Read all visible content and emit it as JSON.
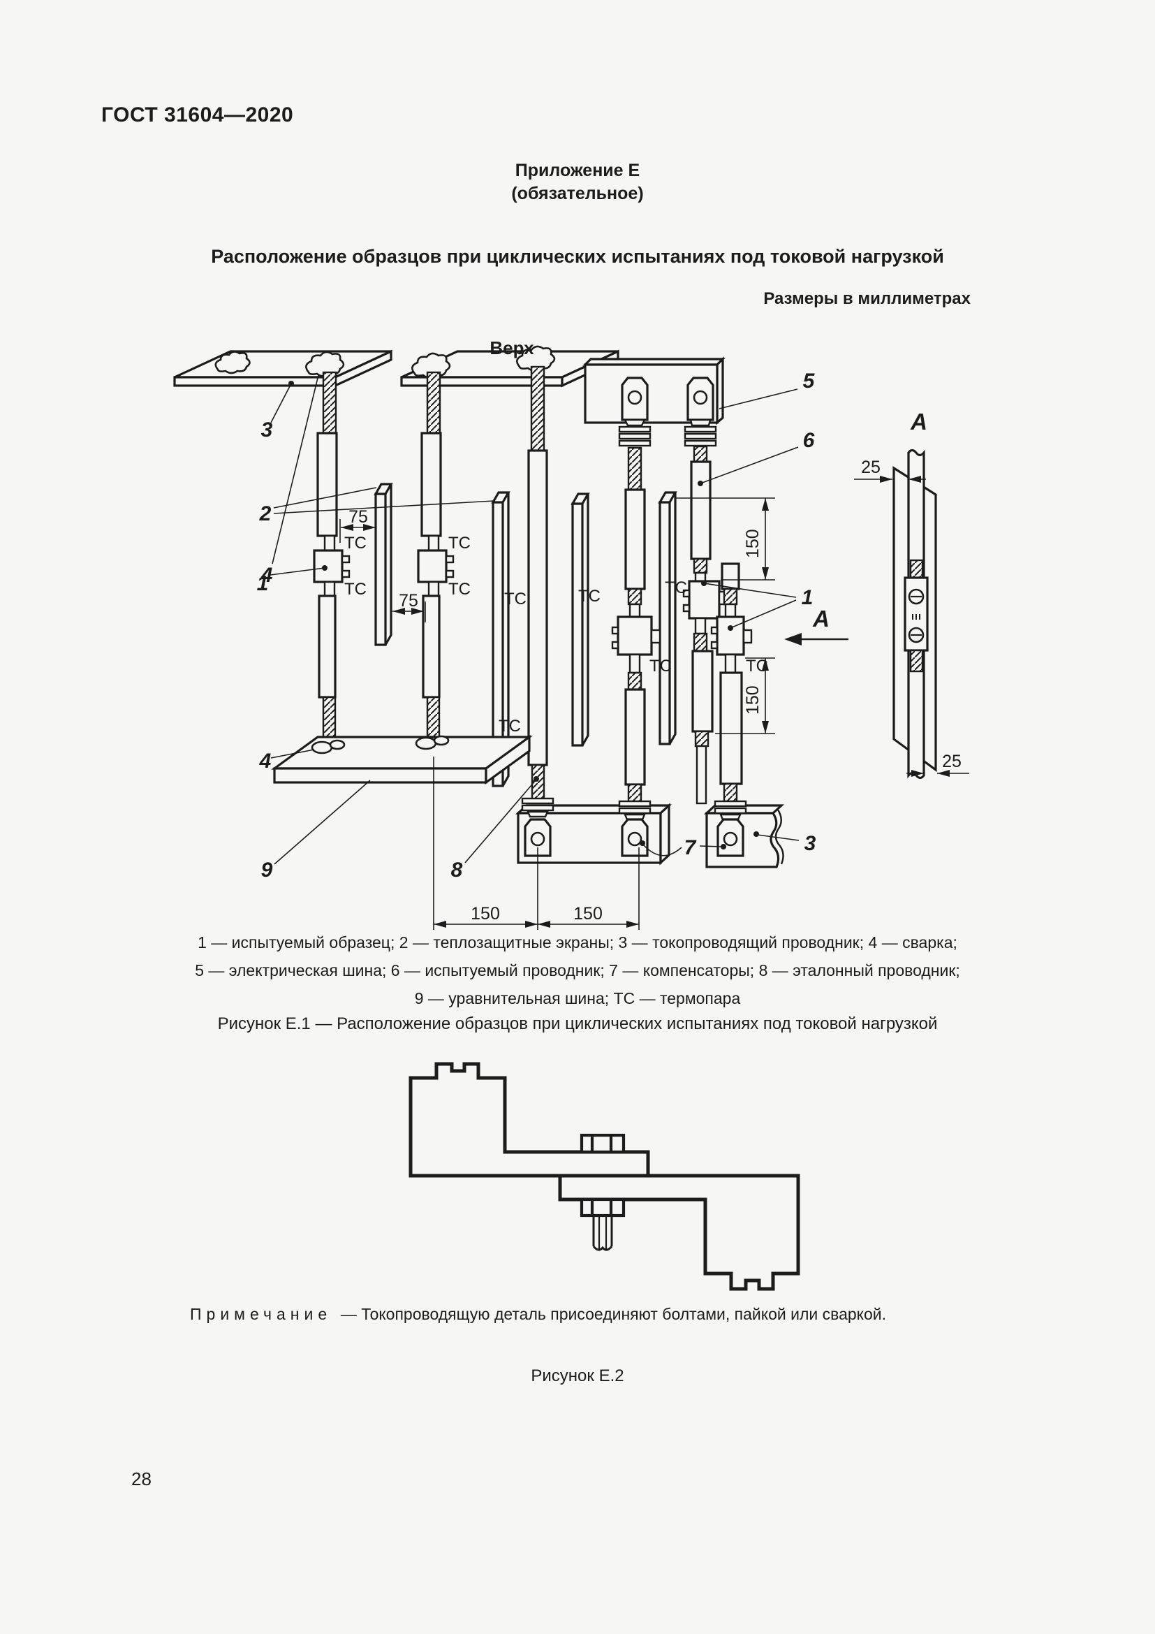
{
  "doc": {
    "header": "ГОСТ 31604—2020",
    "page_number": "28"
  },
  "appendix": {
    "title": "Приложение Е",
    "subtitle": "(обязательное)",
    "heading": "Расположение образцов при циклических испытаниях под токовой нагрузкой",
    "units_note": "Размеры в миллиметрах"
  },
  "fig1": {
    "top_label": "Верх",
    "view_label": "А",
    "tc": "ТС",
    "dim75": "75",
    "dim150": "150",
    "dim25": "25",
    "labels": {
      "n1": "1",
      "n2": "2",
      "n3": "3",
      "n4": "4",
      "n5": "5",
      "n6": "6",
      "n7": "7",
      "n8": "8",
      "n9": "9"
    },
    "legend": [
      "1 — испытуемый образец; 2 — теплозащитные экраны; 3 — токопроводящий проводник; 4 — сварка;",
      "5 — электрическая шина; 6 — испытуемый проводник; 7 — компенсаторы; 8 — эталонный проводник;",
      "9 — уравнительная шина; ТС — термопара"
    ],
    "caption": "Рисунок Е.1 — Расположение образцов при циклических испытаниях под токовой нагрузкой"
  },
  "fig2": {
    "note_label": "Примечание",
    "note_text": "—  Токопроводящую деталь присоединяют болтами, пайкой или сваркой.",
    "caption": "Рисунок Е.2"
  }
}
